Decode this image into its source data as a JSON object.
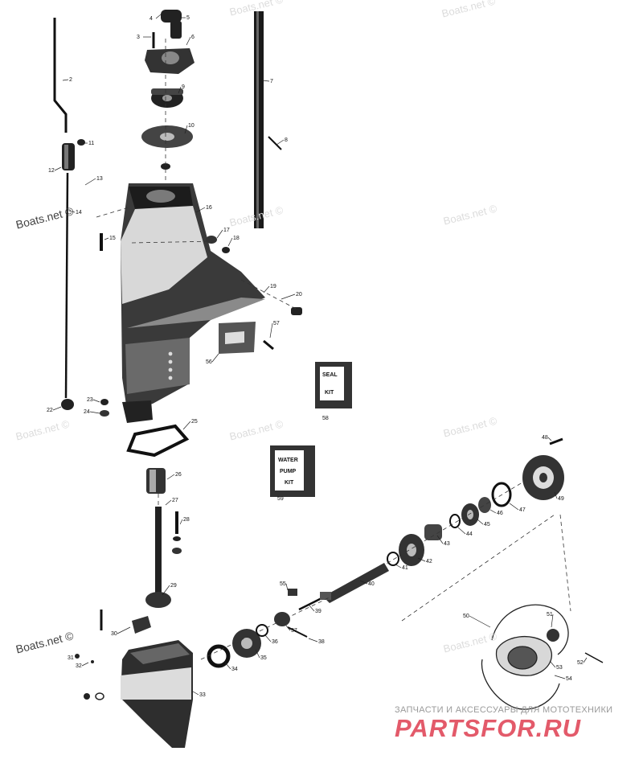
{
  "watermark": "Boats.net ©",
  "kits": {
    "seal_kit": [
      "SEAL",
      "KIT"
    ],
    "seal_kit_callout": "58",
    "water_pump_kit": [
      "WATER",
      "PUMP",
      "KIT"
    ],
    "water_pump_kit_callout": "59"
  },
  "callouts": [
    "2",
    "3",
    "4",
    "5",
    "6",
    "7",
    "8",
    "9",
    "10",
    "11",
    "12",
    "13",
    "14",
    "15",
    "16",
    "17",
    "18",
    "19",
    "20",
    "22",
    "23",
    "24",
    "25",
    "26",
    "27",
    "28",
    "29",
    "30",
    "31",
    "32",
    "33",
    "34",
    "35",
    "36",
    "37",
    "38",
    "39",
    "40",
    "41",
    "42",
    "43",
    "44",
    "45",
    "46",
    "47",
    "48",
    "49",
    "50",
    "51",
    "52",
    "53",
    "54",
    "55",
    "56",
    "57"
  ],
  "branding": {
    "subtitle": "ЗАПЧАСТИ И АКСЕССУАРЫ ДЛЯ МОТОТЕХНИКИ",
    "logo": "PARTSFOR.RU"
  }
}
